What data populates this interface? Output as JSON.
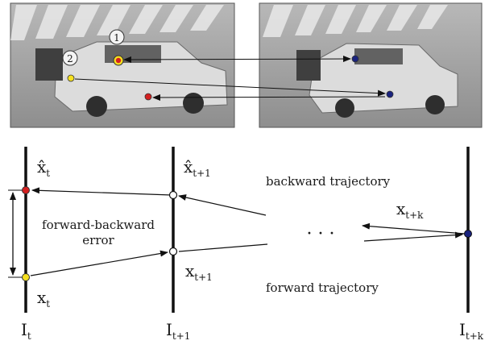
{
  "frames": {
    "left_markers": [
      "1",
      "2"
    ]
  },
  "timelines": {
    "it": {
      "label": "I",
      "sub": "t"
    },
    "it1": {
      "label": "I",
      "sub": "t+1"
    },
    "itk": {
      "label": "I",
      "sub": "t+k"
    }
  },
  "points": {
    "xhat_t": {
      "label": "x̂",
      "sub": "t"
    },
    "x_t": {
      "label": "x",
      "sub": "t"
    },
    "xhat_t1": {
      "label": "x̂",
      "sub": "t+1"
    },
    "x_t1": {
      "label": "x",
      "sub": "t+1"
    },
    "x_tk": {
      "label": "x",
      "sub": "t+k"
    }
  },
  "annotations": {
    "fb_error_line1": "forward-backward",
    "fb_error_line2": "error",
    "backward": "backward trajectory",
    "forward": "forward trajectory",
    "dots": "· · ·"
  },
  "colors": {
    "red_point": "#d42020",
    "yellow_point": "#f5e020",
    "blue_point": "#1a237e",
    "open_point": "#ffffff"
  }
}
